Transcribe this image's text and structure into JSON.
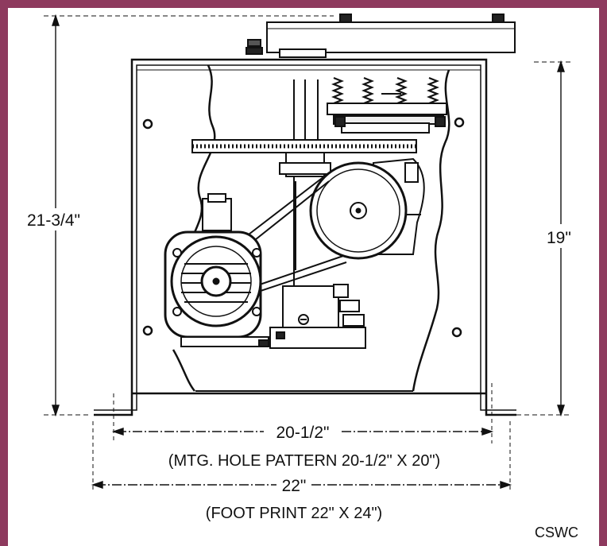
{
  "dimensions": {
    "overall_height": "21-3/4\"",
    "housing_height": "19\"",
    "hole_width": "20-1/2\"",
    "hole_pattern_note": "(MTG. HOLE PATTERN 20-1/2\" X 20\")",
    "foot_width": "22\"",
    "footprint_note": "(FOOT PRINT 22\" X 24\")"
  },
  "credit": "CSWC",
  "colors": {
    "border": "#8e3a5e",
    "line": "#111111",
    "paper": "#ffffff"
  }
}
